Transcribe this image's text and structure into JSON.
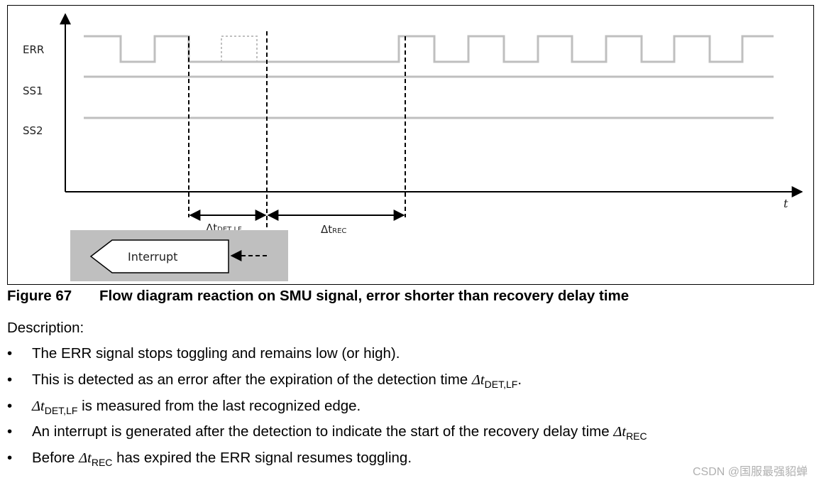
{
  "diagram": {
    "signals": [
      {
        "label": "ERR"
      },
      {
        "label": "SS1"
      },
      {
        "label": "SS2"
      }
    ],
    "time_axis_label": "t",
    "delta_det": {
      "symbol": "Δt",
      "subscript": "DET,LF"
    },
    "delta_rec": {
      "symbol": "Δt",
      "subscript": "REC"
    },
    "interrupt_label": "Interrupt",
    "colors": {
      "signal": "#bfbfbf",
      "axis": "#000000",
      "interrupt_box": "#bfbfbf"
    }
  },
  "caption": {
    "number": "Figure 67",
    "title": "Flow diagram reaction on SMU signal, error shorter than recovery delay time"
  },
  "description": {
    "heading": "Description:",
    "bullets": [
      {
        "text": "The ERR signal stops toggling and remains low (or high)."
      },
      {
        "pre": "This is detected as an error after the expiration of the detection time ",
        "sym": "Δt",
        "sub": "DET,LF",
        "post": "."
      },
      {
        "pre": "",
        "sym": "Δt",
        "sub": "DET,LF",
        "post": " is measured from the last recognized edge."
      },
      {
        "pre": "An interrupt is generated after the detection to indicate the start of the recovery delay time ",
        "sym": "Δt",
        "sub": "REC",
        "post": ""
      },
      {
        "pre": "Before ",
        "sym": "Δt",
        "sub": "REC",
        "post": " has expired the ERR signal resumes toggling."
      }
    ]
  },
  "watermark": "CSDN @国服最强貂蝉"
}
